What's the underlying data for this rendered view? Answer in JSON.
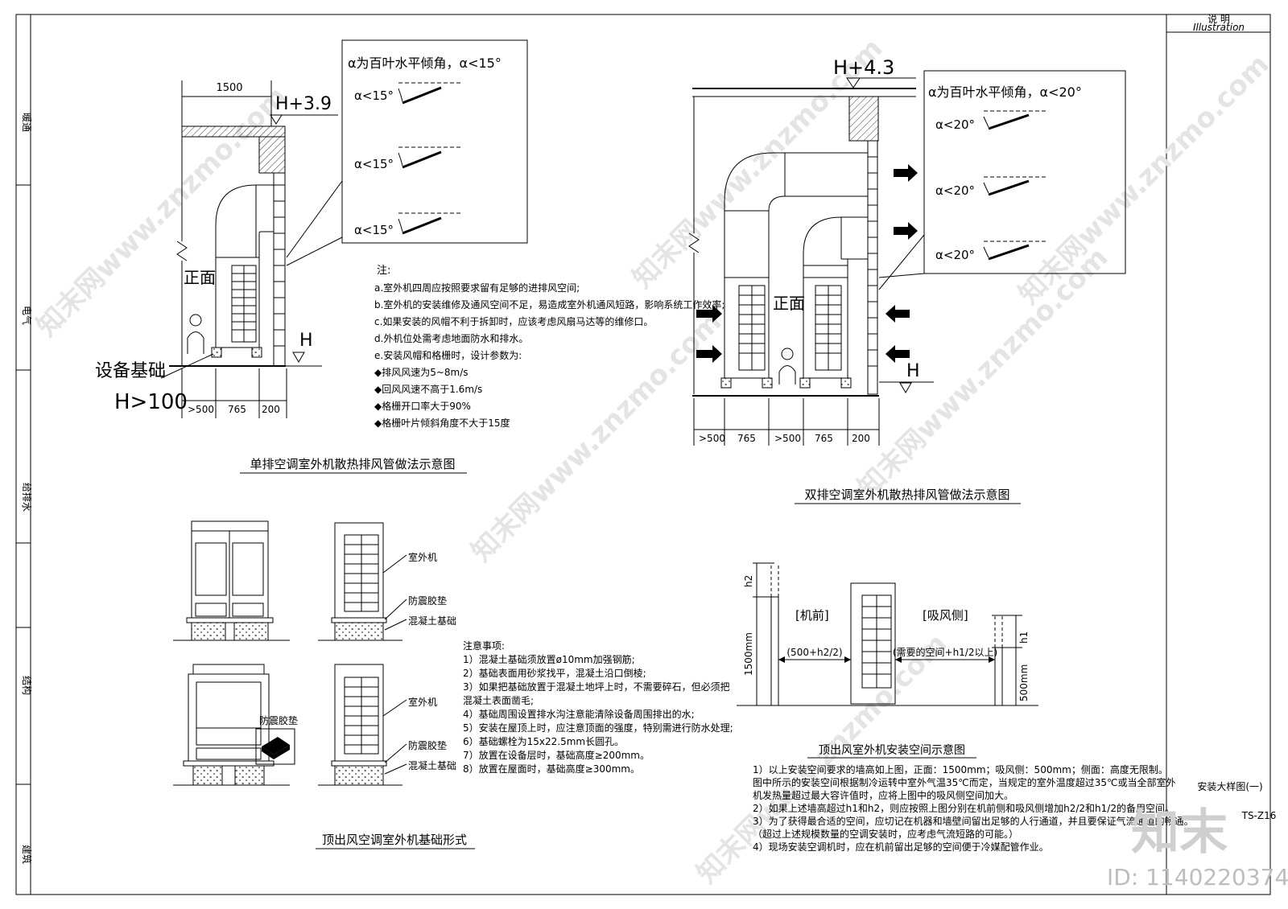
{
  "sidebar_labels": [
    "暖通",
    "电气",
    "给排水",
    "结构",
    "建筑"
  ],
  "title_block": {
    "header_cn": "说 明",
    "header_en": "Illustration",
    "drawing_name": "安装大样图(一)",
    "drawing_no": "TS-Z16"
  },
  "single_exhaust": {
    "title": "单排空调室外机散热排风管做法示意图",
    "top_dim": "1500",
    "ceiling_level": "H+3.9",
    "floor_level": "H",
    "front_label": "正面",
    "base_label": "设备基础",
    "base_height": "H>100",
    "bottom_dims": [
      ">500",
      "765",
      "200"
    ],
    "louver_heading": "α为百叶水平倾角，α<15°",
    "louver_labels": [
      "α<15°",
      "α<15°",
      "α<15°"
    ]
  },
  "notes": {
    "heading": "注:",
    "items": [
      "a.室外机四周应按照要求留有足够的进排风空间;",
      "b.室外机的安装维修及通风空间不足，易造成室外机通风短路，影响系统工作效率;",
      "c.如果安装的风帽不利于拆卸时，应该考虑风扇马达等的维修口。",
      "d.外机位处需考虑地面防水和排水。",
      "e.安装风帽和格栅时，设计参数为:",
      "◆排风风速为5~8m/s",
      "◆回风风速不高于1.6m/s",
      "◆格栅开口率大于90%",
      "◆格栅叶片倾斜角度不大于15度"
    ]
  },
  "double_exhaust": {
    "title": "双排空调室外机散热排风管做法示意图",
    "ceiling_level": "H+4.3",
    "floor_level": "H",
    "front_label": "正面",
    "bottom_dims": [
      ">500",
      "765",
      ">500",
      "765",
      "200"
    ],
    "louver_heading": "α为百叶水平倾角，α<20°",
    "louver_labels": [
      "α<20°",
      "α<20°",
      "α<20°"
    ]
  },
  "foundation": {
    "title": "顶出风空调室外机基础形式",
    "labels_a": [
      "室外机",
      "防震胶垫",
      "混凝土基础"
    ],
    "labels_b": [
      "室外机",
      "防震胶垫",
      "混凝土基础"
    ],
    "pad_label": "防震胶垫",
    "notes_heading": "注意事项:",
    "notes": [
      "1）混凝土基础须放置ø10mm加强钢筋;",
      "2）基础表面用砂浆找平，混凝土沿口倒棱;",
      "3）如果把基础放置于混凝土地坪上时，不需要碎石，但必须把",
      "混凝土表面凿毛;",
      "4）基础周围设置排水沟注意能清除设备周围排出的水;",
      "5）安装在屋顶上时，应注意顶面的强度，特别需进行防水处理;",
      "6）基础螺栓为15x22.5mm长圆孔。",
      "7）放置在设备层时，基础高度≥200mm。",
      "8）放置在屋面时，基础高度≥300mm。"
    ]
  },
  "install_space": {
    "title": "顶出风室外机安装空间示意图",
    "front_label": "[机前]",
    "suction_label": "[吸风侧]",
    "front_dim": "(500+h2/2)",
    "suction_dim": "(需要的空间+h1/2以上)",
    "h2": "h2",
    "h1": "h1",
    "wall_left_dim": "1500mm",
    "wall_right_dim": "500mm",
    "notes": [
      "1）以上安装空间要求的墙高如上图，正面：1500mm；吸风侧：500mm；侧面：高度无限制。",
      "图中所示的安装空间根据制冷运转中室外气温35℃而定，当规定的室外温度超过35℃或当全部室外",
      "机发热量超过最大容许值时，应将上图中的吸风侧空间加大。",
      "2）如果上述墙高超过h1和h2，则应按照上图分别在机前侧和吸风侧增加h2/2和h1/2的备用空间。",
      "3）为了获得最合适的空间，应切记在机器和墙壁间留出足够的人行通道，并且要保证气流通道的畅通。",
      "（超过上述规模数量的空调安装时，应考虑气流短路的可能。）",
      "4）现场安装空调机时，应在机前留出足够的空间便于冷媒配管作业。"
    ]
  },
  "watermark": {
    "brand": "知末",
    "id": "ID: 1140220374",
    "site": "知末网www.znzmo.com"
  }
}
